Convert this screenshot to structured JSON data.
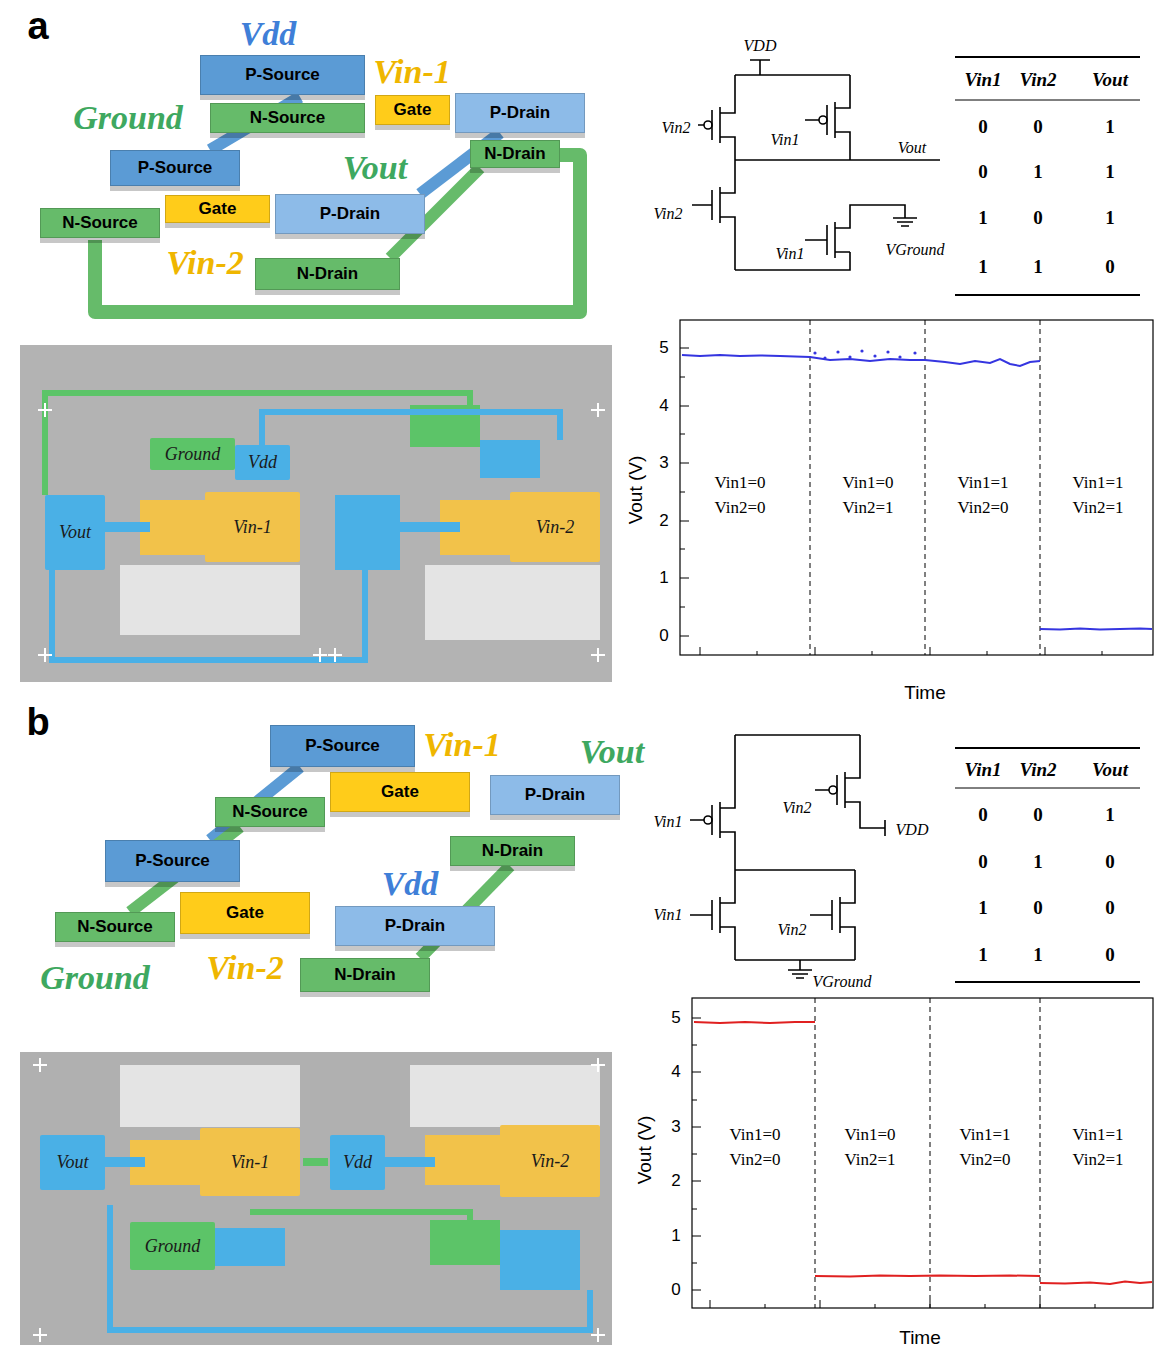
{
  "diagram": {
    "nodes": [
      {
        "text": [
          "P-Source"
        ]
      },
      {
        "text": [
          "N-Source"
        ]
      },
      {
        "text": [
          "Gate"
        ]
      },
      {
        "text": [
          "P-Drain"
        ]
      },
      {
        "text": [
          "N-Drain"
        ]
      },
      {
        "text": [
          "P-Source"
        ]
      },
      {
        "text": [
          "N-Source"
        ]
      },
      {
        "text": [
          "Gate"
        ]
      },
      {
        "text": [
          "P-Drain"
        ]
      },
      {
        "text": [
          "N-Drain"
        ]
      },
      {
        "text": [
          "Ground"
        ]
      },
      {
        "text": [
          "Vdd"
        ]
      },
      {
        "text": [
          "Vout"
        ]
      },
      {
        "text": [
          "Vin-1"
        ]
      },
      {
        "text": [
          "Vin-2"
        ]
      },
      {
        "text": [
          "P-Source"
        ]
      },
      {
        "text": [
          "Gate"
        ]
      },
      {
        "text": [
          "P-Drain"
        ]
      },
      {
        "text": [
          "N-Source"
        ]
      },
      {
        "text": [
          "N-Drain"
        ]
      },
      {
        "text": [
          "P-Source"
        ]
      },
      {
        "text": [
          "Gate"
        ]
      },
      {
        "text": [
          "P-Drain"
        ]
      },
      {
        "text": [
          "N-Source"
        ]
      },
      {
        "text": [
          "N-Drain"
        ]
      },
      {
        "text": [
          "Vout"
        ]
      },
      {
        "text": [
          "Vin-1"
        ]
      },
      {
        "text": [
          "Vdd"
        ]
      },
      {
        "text": [
          "Vin-2"
        ]
      },
      {
        "text": [
          "Ground"
        ]
      }
    ],
    "labels": [
      "a",
      "Vdd",
      "Vin-1",
      "Ground",
      "Vout",
      "Vin-2",
      "VDD",
      "Vin2",
      "Vin1",
      "Vout",
      "Vin2",
      "Vin1",
      "VGround",
      "Vin1",
      "Vin2",
      "Vout",
      "0",
      "0",
      "1",
      "0",
      "1",
      "1",
      "1",
      "0",
      "1",
      "1",
      "1",
      "0",
      "5",
      "4",
      "3",
      "2",
      "1",
      "0",
      "Vout (V)",
      "Vin1=0",
      "Vin2=0",
      "Vin1=0",
      "Vin2=1",
      "Vin1=1",
      "Vin2=0",
      "Vin1=1",
      "Vin2=1",
      "Time",
      "b",
      "Vin-1",
      "Vout",
      "Vdd",
      "Ground",
      "Vin-2",
      "Vin2",
      "VDD",
      "Vin1",
      "Vin1",
      "Vin2",
      "VGround",
      "Vin1",
      "Vin2",
      "Vout",
      "0",
      "0",
      "1",
      "0",
      "1",
      "0",
      "1",
      "0",
      "0",
      "1",
      "1",
      "0",
      "5",
      "4",
      "3",
      "2",
      "1",
      "0",
      "Vout (V)",
      "Vin1=0",
      "Vin2=0",
      "Vin1=0",
      "Vin2=1",
      "Vin1=1",
      "Vin2=0",
      "Vin1=1",
      "Vin2=1",
      "Time"
    ]
  }
}
